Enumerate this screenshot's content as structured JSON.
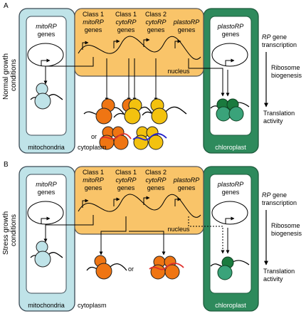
{
  "panel_a": {
    "letter": "A",
    "side_label_1": "Normal growth",
    "side_label_2": "conditions",
    "mito_gene_1": "mitoRP",
    "mito_gene_2": "genes",
    "col1_1": "Class 1",
    "col1_2": "mitoRP",
    "col1_3": "genes",
    "col2_1": "Class 1",
    "col2_2": "cytoRP",
    "col2_3": "genes",
    "col3_1": "Class 2",
    "col3_2": "cytoRP",
    "col3_3": "genes",
    "col4_1": "plastoRP",
    "col4_2": "genes",
    "nucleus": "nucleus",
    "plasto_gene_1": "plastoRP",
    "plasto_gene_2": "genes",
    "or": "or",
    "mitochondria": "mitochondria",
    "cytoplasm": "cytoplasm",
    "chloroplast": "chloroplast",
    "right_1a": "RP",
    "right_1b": " gene",
    "right_1c": "transcription",
    "right_2a": "Ribosome",
    "right_2b": "biogenesis",
    "right_3a": "Translation",
    "right_3b": "activity"
  },
  "panel_b": {
    "letter": "B",
    "side_label_1": "Stress growth",
    "side_label_2": "conditions",
    "mito_gene_1": "mitoRP",
    "mito_gene_2": "genes",
    "col1_1": "Class 1",
    "col1_2": "mitoRP",
    "col1_3": "genes",
    "col2_1": "Class 1",
    "col2_2": "cytoRP",
    "col2_3": "genes",
    "col3_1": "Class 2",
    "col3_2": "cytoRP",
    "col3_3": "genes",
    "col4_1": "plastoRP",
    "col4_2": "genes",
    "nucleus": "nucleus",
    "plasto_gene_1": "plastoRP",
    "plasto_gene_2": "genes",
    "or": "or",
    "mitochondria": "mitochondria",
    "cytoplasm": "cytoplasm",
    "chloroplast": "chloroplast",
    "right_1a": "RP",
    "right_1b": " gene",
    "right_1c": "transcription",
    "right_2a": "Ribosome",
    "right_2b": "biogenesis",
    "right_3a": "Translation",
    "right_3b": "activity"
  },
  "colors": {
    "mito_fill": "#bfe3e8",
    "nucleus_fill": "#f9c469",
    "chloro_border": "#2e8a5c",
    "ribo_orange": "#ef7513",
    "ribo_yellow": "#f3c20f",
    "ribo_light_blue": "#bfe3e8",
    "ribo_green_dark": "#1a7a3e",
    "ribo_green_light": "#3aa37a",
    "rna_red": "#e0302c",
    "rna_blue": "#2222cc"
  }
}
